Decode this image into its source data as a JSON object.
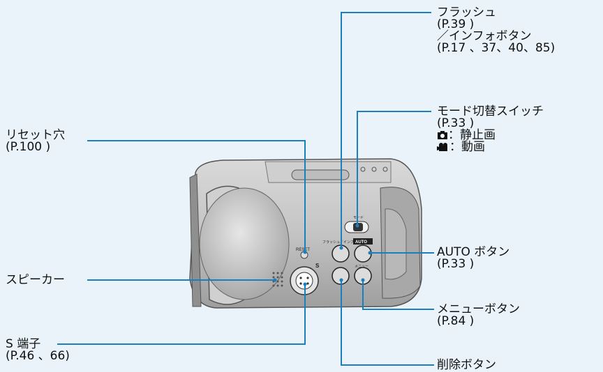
{
  "labels": {
    "reset": {
      "name": "リセット穴",
      "page": "(P.100 )"
    },
    "speaker": {
      "name": "スピーカー"
    },
    "s_terminal": {
      "name": "S 端子",
      "page": "(P.46 、66)"
    },
    "flash": {
      "name": "フラッシュ",
      "page": "(P.39 )",
      "name2": "／インフォボタン",
      "page2": "(P.17 、37、40、85)"
    },
    "mode": {
      "name": "モード切替スイッチ",
      "page": "(P.33 )",
      "still": "：静止画",
      "video": "：動画"
    },
    "auto": {
      "name": "AUTO ボタン",
      "page": "(P.33 )"
    },
    "menu": {
      "name": "メニューボタン",
      "page": "(P.84 )"
    },
    "delete": {
      "name": "削除ボタン"
    }
  },
  "camera_marks": {
    "reset": "RESET",
    "s": "S",
    "mode": "モード",
    "flash_info": "フラッシュ／インフォ",
    "auto": "AUTO",
    "menu": "メニュー"
  },
  "colors": {
    "leader_line": "#1a7fc0",
    "background": "#e9f3f9"
  }
}
